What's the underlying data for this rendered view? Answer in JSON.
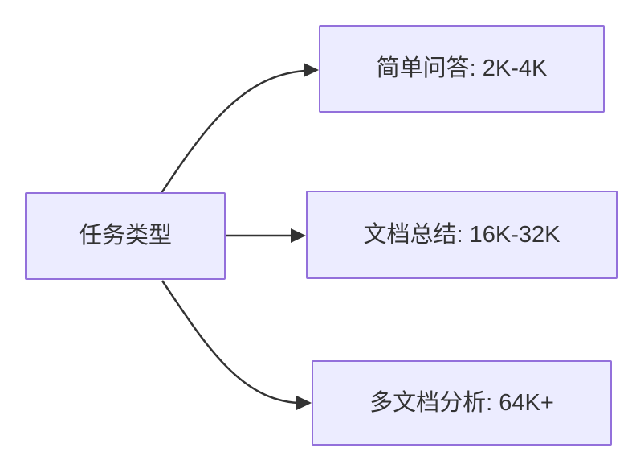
{
  "diagram": {
    "type": "flowchart",
    "direction": "left-to-right",
    "nodes": {
      "root": {
        "label": "任务类型"
      },
      "branch1": {
        "label": "简单问答: 2K-4K"
      },
      "branch2": {
        "label": "文档总结: 16K-32K"
      },
      "branch3": {
        "label": "多文档分析: 64K+"
      }
    },
    "edges": [
      {
        "from": "root",
        "to": "branch1",
        "style": "curved-up"
      },
      {
        "from": "root",
        "to": "branch2",
        "style": "straight"
      },
      {
        "from": "root",
        "to": "branch3",
        "style": "curved-down"
      }
    ],
    "colors": {
      "background": "#FFFFFF",
      "node_fill": "#ECECFF",
      "node_border": "#9370DB",
      "edge_line": "#333333",
      "text": "#333333"
    }
  }
}
